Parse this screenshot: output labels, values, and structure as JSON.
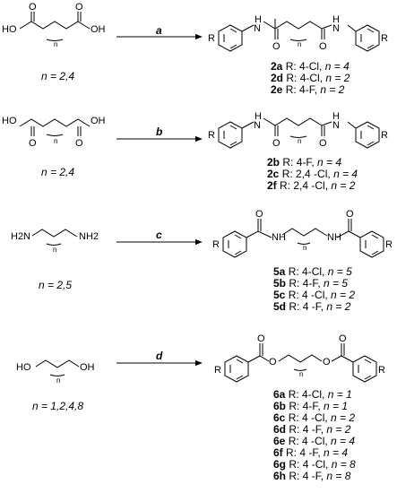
{
  "reactions": [
    {
      "step": "a",
      "start_condition": "n = 2,4",
      "products": [
        {
          "code": "2a",
          "sub": "R: 4-Cl, ",
          "n": "n = 4"
        },
        {
          "code": "2d",
          "sub": "R: 4-Cl, ",
          "n": "n = 2"
        },
        {
          "code": "2e",
          "sub": "R: 4-F, ",
          "n": "n = 2"
        }
      ]
    },
    {
      "step": "b",
      "start_condition": "n = 2,4",
      "products": [
        {
          "code": "2b",
          "sub": "R: 4-F, ",
          "n": "n = 4"
        },
        {
          "code": "2c",
          "sub": "R: 2,4 -Cl, ",
          "n": "n = 4"
        },
        {
          "code": "2f",
          "sub": "R: 2,4 -Cl, ",
          "n": "n = 2"
        }
      ]
    },
    {
      "step": "c",
      "start_condition": "n = 2,5",
      "products": [
        {
          "code": "5a",
          "sub": "R: 4-Cl, ",
          "n": "n = 5"
        },
        {
          "code": "5b",
          "sub": "R: 4-F, ",
          "n": "n = 5"
        },
        {
          "code": "5c",
          "sub": "R: 4 -Cl, ",
          "n": "n = 2"
        },
        {
          "code": "5d",
          "sub": "R: 4 -F, ",
          "n": "n = 2"
        }
      ]
    },
    {
      "step": "d",
      "start_condition": "n = 1,2,4,8",
      "products": [
        {
          "code": "6a",
          "sub": "R: 4-Cl, ",
          "n": "n = 1"
        },
        {
          "code": "6b",
          "sub": "R: 4-F, ",
          "n": "n = 1"
        },
        {
          "code": "6c",
          "sub": "R: 4 -Cl, ",
          "n": "n = 2"
        },
        {
          "code": "6d",
          "sub": "R: 4 -F, ",
          "n": "n = 2"
        },
        {
          "code": "6e",
          "sub": "R: 4 -Cl, ",
          "n": "n = 4"
        },
        {
          "code": "6f",
          "sub": "R: 4 -F, ",
          "n": "n = 4"
        },
        {
          "code": "6g",
          "sub": "R: 4 -Cl, ",
          "n": "n = 8"
        },
        {
          "code": "6h",
          "sub": "R: 4 -F, ",
          "n": "n = 8"
        }
      ]
    }
  ],
  "atoms": {
    "ho": "HO",
    "oh": "OH",
    "o": "O",
    "n": "n",
    "nh": "NH",
    "h": "H",
    "n_atom": "N",
    "r": "R",
    "h2n": "H2N",
    "nh2": "NH2"
  }
}
